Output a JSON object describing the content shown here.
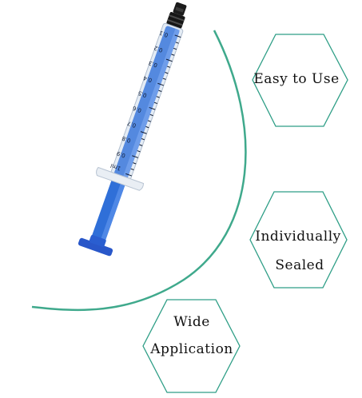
{
  "features": {
    "easy_to_use": "Easy to Use",
    "individually_line1": "Individually",
    "individually_line2": "Sealed",
    "wide_line1": "Wide",
    "wide_line2": "Application"
  },
  "syringe": {
    "scale_labels": [
      "0.1",
      "0.2",
      "0.3",
      "0.4",
      "0.5",
      "0.6",
      "0.7",
      "0.8",
      "0.9",
      "1ml"
    ]
  },
  "colors": {
    "hexagon_border": "#2e9e86",
    "arc": "#1d9a78",
    "barrel_blue": "#2f6fd8",
    "plunger_blue": "#2957c9"
  }
}
